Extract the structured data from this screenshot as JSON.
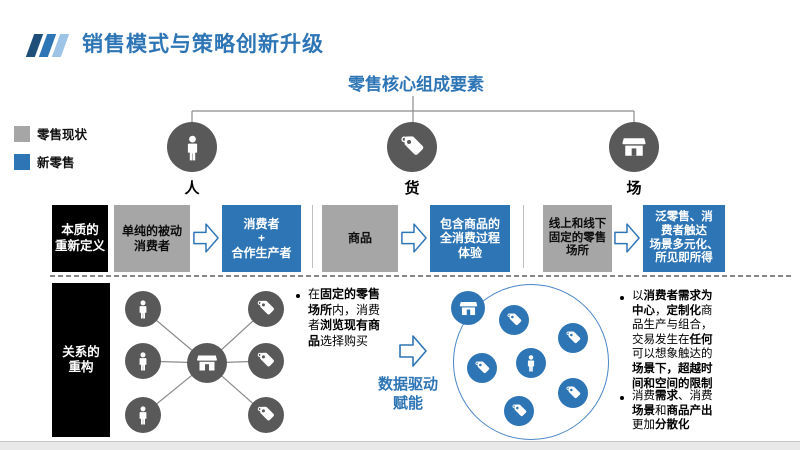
{
  "colors": {
    "accent_blue": "#2E75B6",
    "slash_dark": "#1F4E79",
    "slash_mid": "#2E75B6",
    "slash_light": "#9DC3E6",
    "box_gray": "#A6A6A6",
    "circle_gray": "#595959",
    "footer_gray": "#E9E9E9"
  },
  "header": {
    "title": "销售模式与策略创新升级"
  },
  "legend": {
    "items": [
      {
        "label": "零售现状",
        "color": "#A6A6A6"
      },
      {
        "label": "新零售",
        "color": "#2E75B6"
      }
    ]
  },
  "tree": {
    "title": "零售核心组成要素",
    "pillars": [
      {
        "label": "人",
        "icon": "person-icon"
      },
      {
        "label": "货",
        "icon": "tag-icon"
      },
      {
        "label": "场",
        "icon": "store-icon"
      }
    ]
  },
  "redefine_row": {
    "label": "本质的\n重新定义",
    "columns": [
      {
        "current": "单纯的被动\n消费者",
        "future": "消费者\n+\n合作生产者"
      },
      {
        "current": "商品",
        "future": "包含商品的\n全消费过程\n体验"
      },
      {
        "current": "线上和线下\n固定的零售\n场所",
        "future": "泛零售、消\n费者触达\n场景多元化、\n所见即所得"
      }
    ]
  },
  "restructure_row": {
    "label": "关系的\n重构",
    "left_note_segments": [
      {
        "t": "在",
        "b": false
      },
      {
        "t": "固定的零售场所",
        "b": true
      },
      {
        "t": "内，消费者",
        "b": false
      },
      {
        "t": "浏览现有商品",
        "b": true
      },
      {
        "t": "选择购买",
        "b": false
      }
    ],
    "data_drive_label": "数据驱动\n赋能",
    "right_notes": [
      {
        "segments": [
          {
            "t": "以",
            "b": false
          },
          {
            "t": "消费者需求为中心",
            "b": true
          },
          {
            "t": "，",
            "b": false
          },
          {
            "t": "定制化",
            "b": true
          },
          {
            "t": "商品生产与组合，交易发生在",
            "b": false
          },
          {
            "t": "任何",
            "b": true
          },
          {
            "t": "可以想象触达的",
            "b": false
          },
          {
            "t": "场景下，超越时间和空间的限制",
            "b": true
          }
        ]
      },
      {
        "segments": [
          {
            "t": "消费",
            "b": false
          },
          {
            "t": "需求",
            "b": true
          },
          {
            "t": "、消费",
            "b": false
          },
          {
            "t": "场景",
            "b": true
          },
          {
            "t": "和",
            "b": false
          },
          {
            "t": "商品产出",
            "b": true
          },
          {
            "t": "更加",
            "b": false
          },
          {
            "t": "分散化",
            "b": true
          }
        ]
      }
    ]
  }
}
